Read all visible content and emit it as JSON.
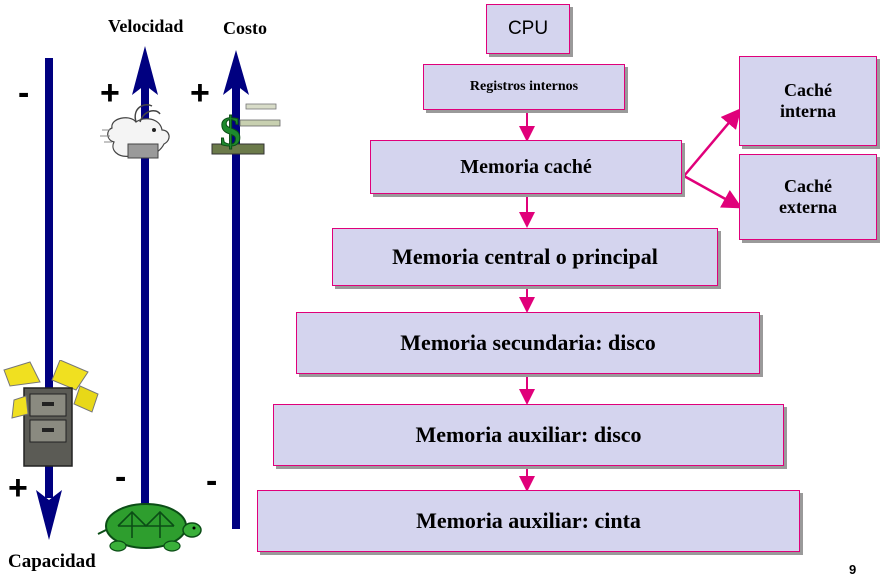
{
  "axes": {
    "velocity_label": "Velocidad",
    "cost_label": "Costo",
    "capacity_label": "Capacidad",
    "signs": {
      "capacity_top": "-",
      "capacity_bottom": "+",
      "velocity_top": "+",
      "velocity_bottom": "-",
      "cost_top": "+",
      "cost_bottom": "-"
    }
  },
  "hierarchy": {
    "cpu": "CPU",
    "registers": "Registros internos",
    "cache": "Memoria caché",
    "cache_internal": "Caché interna",
    "cache_external": "Caché externa",
    "main_memory": "Memoria central o principal",
    "secondary": "Memoria secundaria: disco",
    "aux_disk": "Memoria auxiliar: disco",
    "aux_tape": "Memoria auxiliar: cinta"
  },
  "icons": {
    "fast": "rabbit-icon",
    "slow": "turtle-icon",
    "money": "dollar-icon",
    "storage": "filing-cabinet-icon"
  },
  "colors": {
    "arrow": "#000080",
    "box_fill": "#d4d4ee",
    "box_border": "#e0007a",
    "connector": "#e0007a"
  },
  "page_number": "9"
}
